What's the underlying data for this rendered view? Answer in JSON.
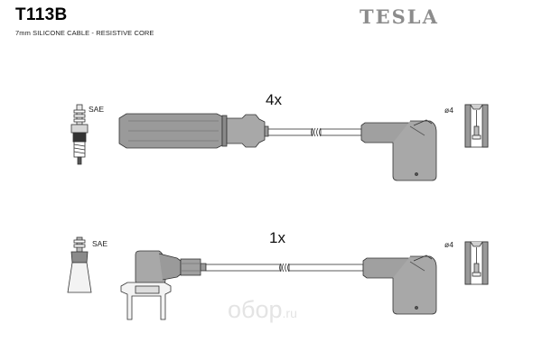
{
  "header": {
    "part_number": "T113B",
    "subtitle": "7mm SILICONE CABLE - RESISTIVE CORE",
    "brand": "TESLA"
  },
  "rows": [
    {
      "quantity": "4x",
      "left_label": "SAE",
      "right_label": "ø4"
    },
    {
      "quantity": "1x",
      "left_label": "SAE",
      "right_label": "ø4"
    }
  ],
  "watermark": {
    "main": "oбор",
    "suffix": ".ru"
  }
}
